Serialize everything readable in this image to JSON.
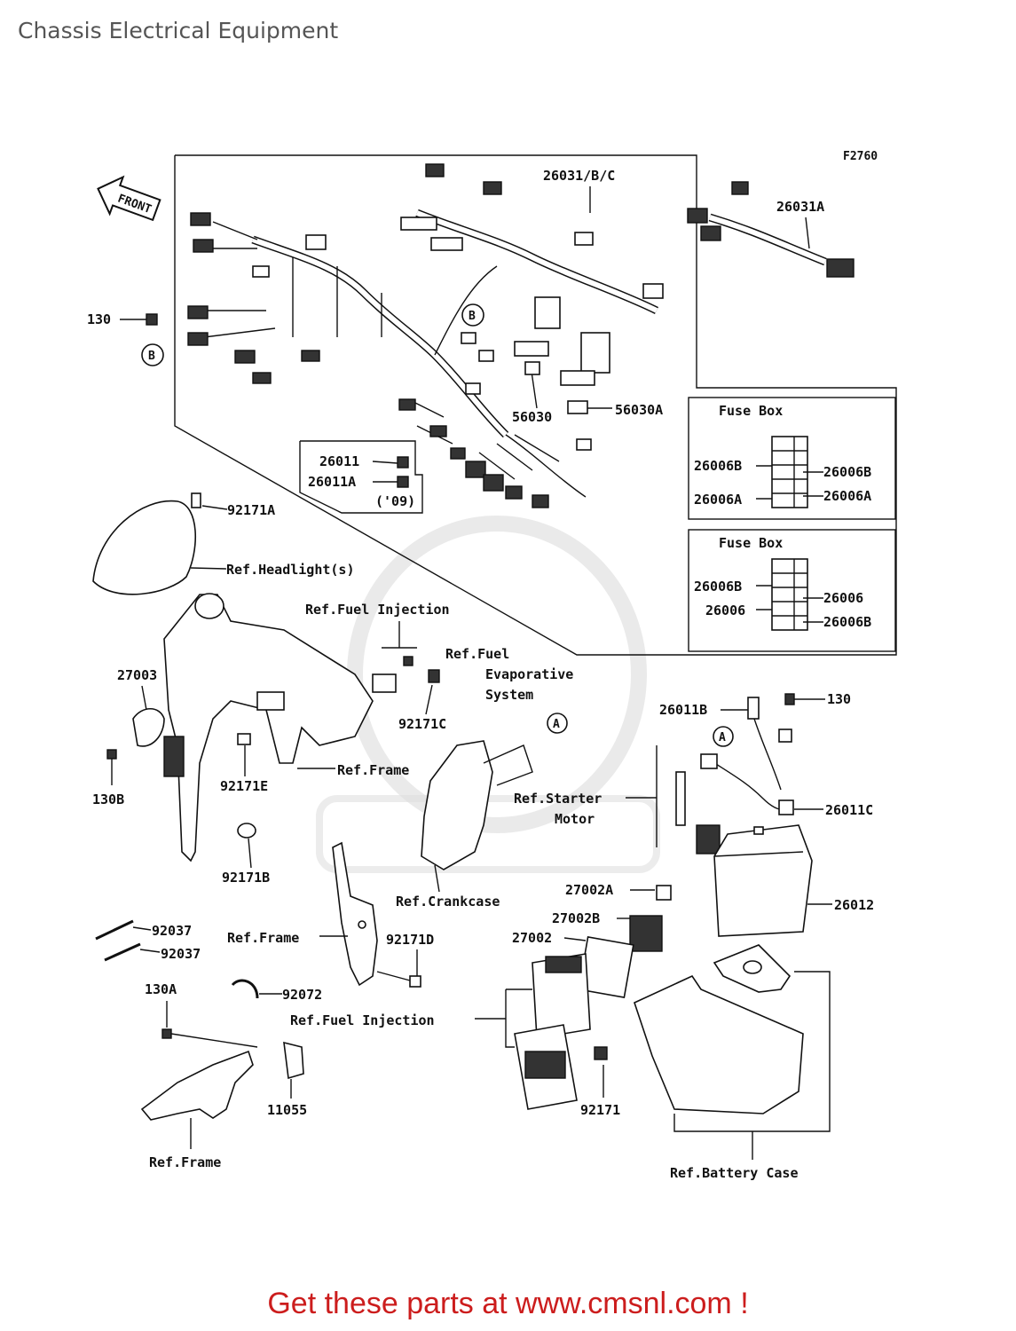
{
  "page": {
    "title": "Chassis Electrical Equipment"
  },
  "diagram": {
    "figure_code": "F2760",
    "front_label": "FRONT",
    "fuse_box_title": "Fuse Box",
    "labels": {
      "p26031bc": "26031/B/C",
      "p26031a": "26031A",
      "p130_top": "130",
      "p56030": "56030",
      "p56030a": "56030A",
      "p26011": "26011",
      "p26011a": "26011A",
      "p09": "('09)",
      "p92171a": "92171A",
      "ref_headlight": "Ref.Headlight(s)",
      "fb1_l1": "26006B",
      "fb1_l2": "26006A",
      "fb1_r1": "26006B",
      "fb1_r2": "26006A",
      "fb2_l1": "26006B",
      "fb2_l2": "26006",
      "fb2_r1": "26006",
      "fb2_r2": "26006B",
      "ref_fuel_inj_top": "Ref.Fuel Injection",
      "ref_fuel_evap_1": "Ref.Fuel",
      "ref_fuel_evap_2": "Evaporative",
      "ref_fuel_evap_3": "System",
      "p27003": "27003",
      "p92171c": "92171C",
      "p26011b": "26011B",
      "p130_right": "130",
      "p130b": "130B",
      "p92171e": "92171E",
      "ref_frame_mid": "Ref.Frame",
      "ref_starter_1": "Ref.Starter",
      "ref_starter_2": "Motor",
      "p26011c": "26011C",
      "p92171b": "92171B",
      "ref_crankcase": "Ref.Crankcase",
      "p27002a": "27002A",
      "p26012": "26012",
      "p27002b": "27002B",
      "p27002": "27002",
      "p92037_1": "92037",
      "p92037_2": "92037",
      "ref_frame_low": "Ref.Frame",
      "p92171d": "92171D",
      "p130a": "130A",
      "p92072": "92072",
      "ref_fuel_inj_low": "Ref.Fuel Injection",
      "p11055": "11055",
      "p92171": "92171",
      "ref_frame_bottom": "Ref.Frame",
      "ref_battery_case": "Ref.Battery Case",
      "callout_a": "A",
      "callout_b": "B"
    }
  },
  "footer": {
    "cta": "Get these parts at www.cmsnl.com !"
  }
}
